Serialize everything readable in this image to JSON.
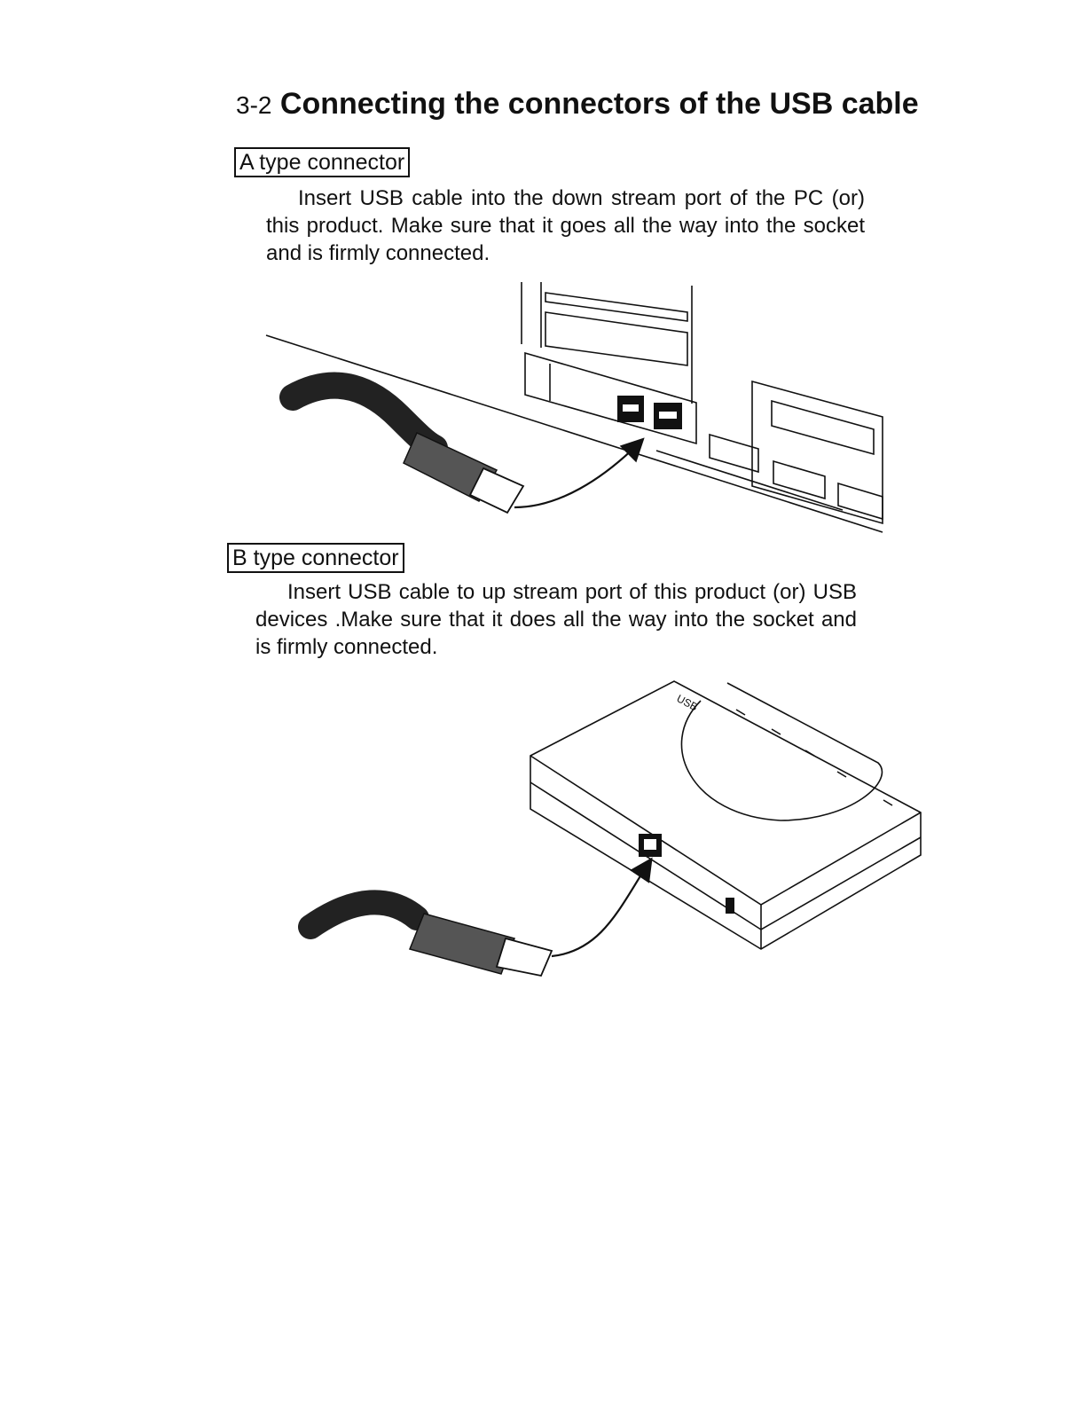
{
  "section": {
    "number": "3-2",
    "title": "Connecting the connectors of the USB cable"
  },
  "a_type": {
    "label": "A type connector",
    "text": "Insert USB cable into the down stream port of the PC (or) this product. Make sure that it goes all the way into the socket and is firmly connected."
  },
  "b_type": {
    "label": "B type connector",
    "text": "Insert USB cable to up stream port of this product (or) USB devices .Make sure that it does all the way into the socket and is firmly connected."
  },
  "hub_label": "USB"
}
